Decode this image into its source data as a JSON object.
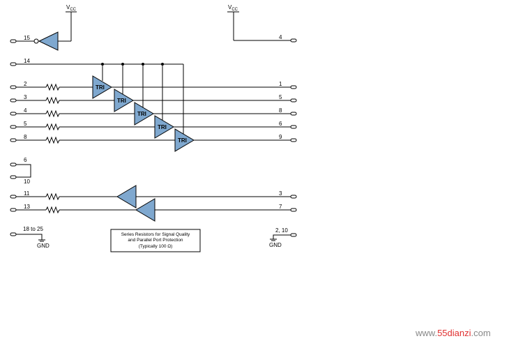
{
  "supply": {
    "left_label": "V",
    "left_sub": "CC",
    "right_label": "V",
    "right_sub": "CC"
  },
  "pins": {
    "inv_in": "15",
    "vcc_out": "4",
    "enable": "14",
    "left_inputs": [
      "2",
      "3",
      "4",
      "5",
      "8"
    ],
    "right_outputs": [
      "1",
      "5",
      "8",
      "6",
      "9"
    ],
    "loop_top": "6",
    "loop_bottom": "10",
    "rx_inputs": [
      "11",
      "13"
    ],
    "rx_outputs": [
      "3",
      "7"
    ],
    "gnd_left": "18 to 25",
    "gnd_right": "2, 10"
  },
  "buffer_label": "TRI",
  "gnd_label": "GND",
  "note": {
    "line1": "Series Resistors for Signal Quality",
    "line2": "and Parallel Port Protection",
    "line3": "(Typically 100 Ω)"
  },
  "watermark": {
    "prefix": "www.",
    "brand": "55dianzi",
    "suffix": ".com"
  },
  "colors": {
    "buffer_fill": "#7fa8cf",
    "watermark_red": "#e03030",
    "watermark_gray": "#888888"
  }
}
